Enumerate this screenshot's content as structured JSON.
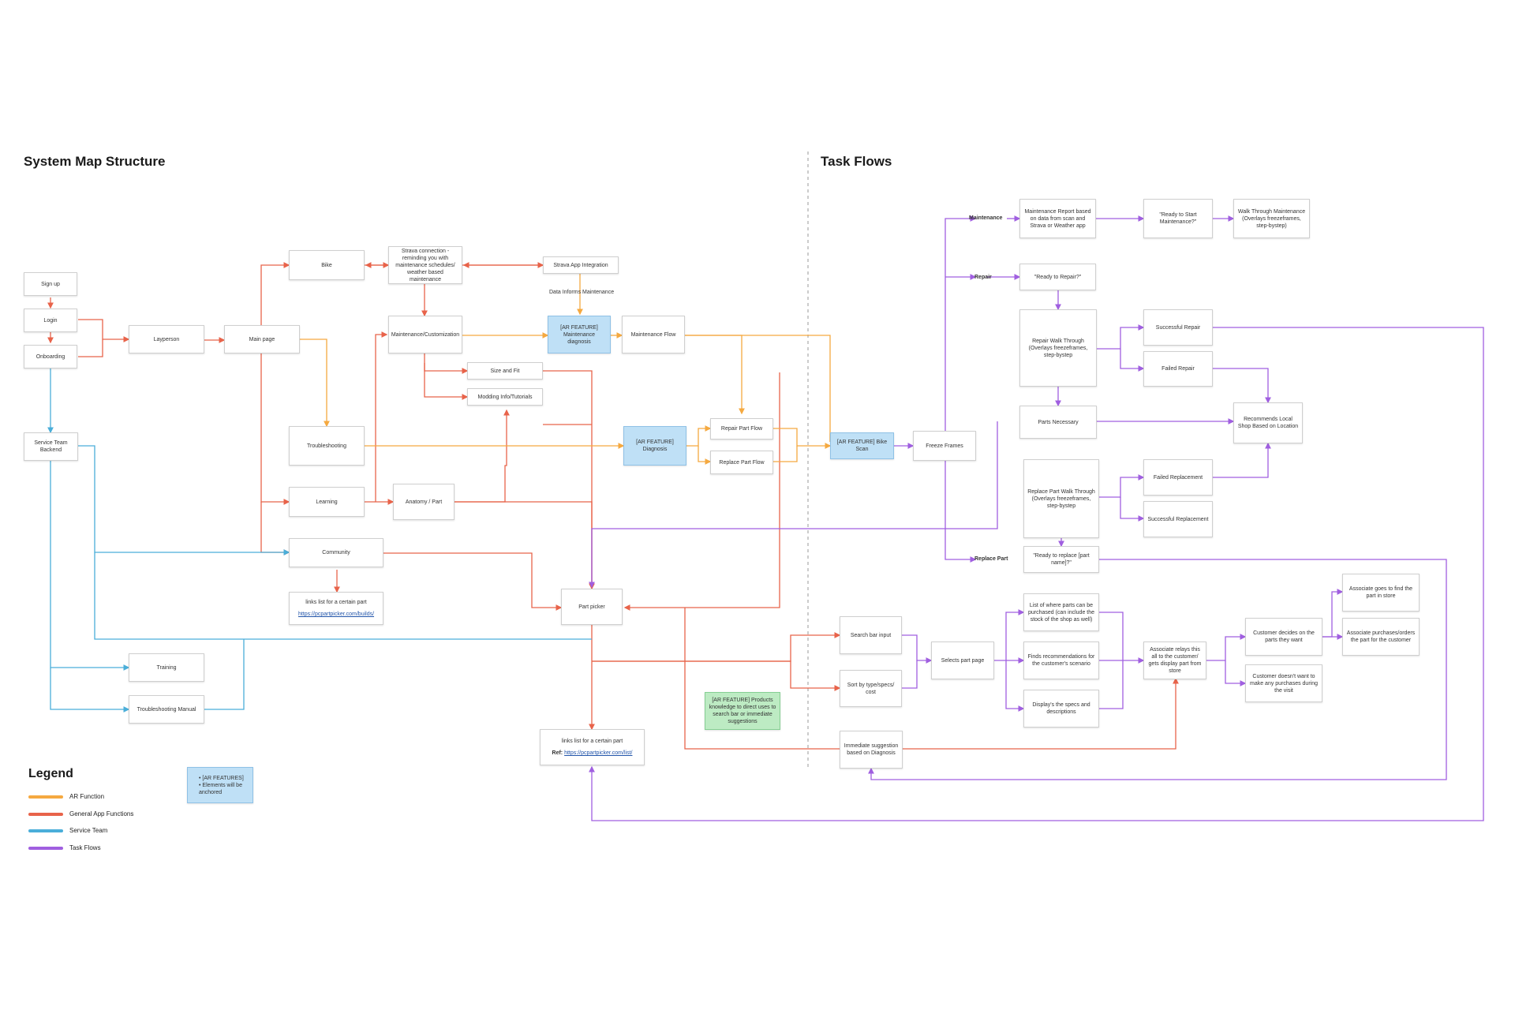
{
  "titles": {
    "system_map": "System Map Structure",
    "task_flows": "Task Flows"
  },
  "colors": {
    "ar": "#f5a940",
    "general": "#e8634a",
    "service": "#4aaed9",
    "task": "#a05fe0"
  },
  "nodes": {
    "sign_up": "Sign up",
    "login": "Login",
    "onboarding": "Onboarding",
    "layperson": "Layperson",
    "main_page": "Main page",
    "bike": "Bike",
    "strava_connection": "Strava connection - reminding you with maintenance schedules/ weather based maintenance",
    "strava_app_integration": "Strava App Integration",
    "data_informs": "Data Informs Maintenance",
    "maintenance_customization": "Maintenance/Customization",
    "ar_maintenance_diagnosis": "[AR FEATURE] Maintenance diagnosis",
    "maintenance_flow": "Maintenance Flow",
    "size_and_fit": "Size and Fit",
    "modding_info": "Modding Info/Tutorials",
    "service_team_backend": "Service Team Backend",
    "troubleshooting": "Troubleshooting",
    "ar_diagnosis": "[AR FEATURE] Diagnosis",
    "repair_part_flow": "Repair Part Flow",
    "replace_part_flow": "Replace Part Flow",
    "ar_bike_scan": "[AR FEATURE] Bike Scan",
    "freeze_frames": "Freeze Frames",
    "learning": "Learning",
    "anatomy_part": "Anatomy / Part",
    "community": "Community",
    "links_list_1": "links list for a certain part",
    "links_list_1_url": "https://pcpartpicker.com/builds/",
    "part_picker": "Part picker",
    "training": "Training",
    "troubleshooting_manual": "Troubleshooting Manual",
    "ar_products_knowledge": "[AR FEATURE] Products knowledge to direct uses to search bar or immediate suggestions",
    "links_list_2": "links list for a certain part",
    "links_list_2_ref": "Ref:",
    "links_list_2_url": "https://pcpartpicker.com/list/",
    "maintenance_report": "Maintenance Report based on data from scan and Strava or Weather app",
    "ready_start_maintenance": "\"Ready to Start Maintenance?\"",
    "walk_through_maintenance": "Walk Through Maintenance (Overlays freezeframes, step-bystep)",
    "ready_to_repair": "\"Ready to Repair?\"",
    "repair_walk_through": "Repair Walk Through (Overlays freezeframes, step-bystep",
    "successful_repair": "Successful Repair",
    "failed_repair": "Failed Repair",
    "parts_necessary": "Parts Necessary",
    "recommends_local_shop": "Recommends Local Shop Based on Location",
    "replace_part_walk_through": "Replace Part Walk Through (Overlays freezeframes, step-bystep",
    "failed_replacement": "Failed Replacement",
    "successful_replacement": "Successful Replacement",
    "ready_to_replace": "\"Ready to replace [part name]?\"",
    "search_bar_input": "Search bar input",
    "sort_by_type": "Sort by type/specs/ cost",
    "selects_part_page": "Selects part page",
    "list_where_parts": "List of where parts can be purchased (can include the stock of the shop as well)",
    "finds_recommendations": "Finds recommendations for the customer's scenario",
    "displays_specs": "Display's the specs and descriptions",
    "associate_relays": "Associate relays this all to the customer/ gets display part from store",
    "customer_decides": "Customer decides on the parts they want",
    "customer_doesnt_want": "Customer doesn't want to make any purchases during the visit",
    "associate_goes": "Associate goes to find the part in store",
    "associate_purchases": "Associate purchases/orders the part for the customer",
    "immediate_suggestion": "Immediate suggestion based on Diagnosis"
  },
  "flow_labels": {
    "maintenance": "Maintenance",
    "repair": "Repair",
    "replace_part": "Replace Part"
  },
  "legend": {
    "title": "Legend",
    "items": [
      {
        "label": "AR Function",
        "color": "#f5a940"
      },
      {
        "label": "General App Functions",
        "color": "#e8634a"
      },
      {
        "label": "Service Team",
        "color": "#4aaed9"
      },
      {
        "label": "Task Flows",
        "color": "#a05fe0"
      }
    ],
    "note_line1": "• [AR FEATURES]",
    "note_line2": "• Elements will be anchored"
  }
}
